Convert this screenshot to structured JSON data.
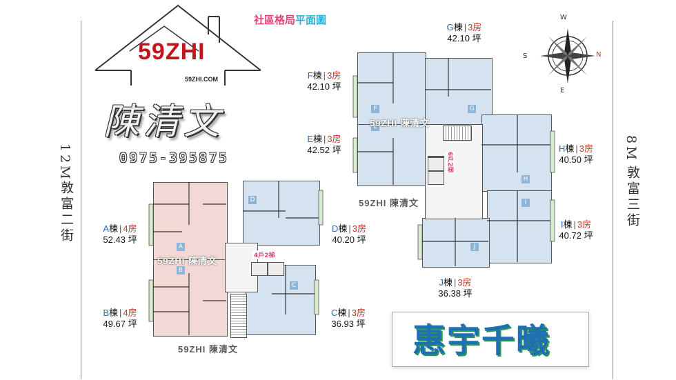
{
  "title": {
    "part1": "社區格局",
    "part2": "平面圖"
  },
  "logo": {
    "brand": "59ZHI",
    "site": "59ZHI.COM",
    "name": "陳清文",
    "phone": "0975-395875"
  },
  "streets": {
    "left": {
      "width": "12M",
      "name": "敦富二街"
    },
    "right": {
      "width": "8M",
      "name": "敦富三街"
    }
  },
  "compass": {
    "n": "N",
    "s": "S",
    "e": "E",
    "w": "W"
  },
  "units": [
    {
      "id": "A",
      "building": "棟",
      "rooms": "4房",
      "area": "52.43 坪"
    },
    {
      "id": "B",
      "building": "棟",
      "rooms": "4房",
      "area": "49.67 坪"
    },
    {
      "id": "C",
      "building": "棟",
      "rooms": "3房",
      "area": "36.93 坪"
    },
    {
      "id": "D",
      "building": "棟",
      "rooms": "3房",
      "area": "40.20 坪"
    },
    {
      "id": "E",
      "building": "棟",
      "rooms": "3房",
      "area": "42.52 坪"
    },
    {
      "id": "F",
      "building": "棟",
      "rooms": "3房",
      "area": "42.10 坪"
    },
    {
      "id": "G",
      "building": "棟",
      "rooms": "3房",
      "area": "42.10 坪"
    },
    {
      "id": "H",
      "building": "棟",
      "rooms": "3房",
      "area": "40.50 坪"
    },
    {
      "id": "I",
      "building": "棟",
      "rooms": "3房",
      "area": "40.72 坪"
    },
    {
      "id": "J",
      "building": "棟",
      "rooms": "3房",
      "area": "36.38 坪"
    }
  ],
  "elevator_tags": {
    "left": "4戶2梯",
    "right": "6戶2梯"
  },
  "watermark": "59ZHI 陳清文",
  "project_name": "惠宇千曦",
  "colors": {
    "blue_floor": "#d5e2f0",
    "pink_floor": "#f3d9d6",
    "green_room": "#d9ecd0",
    "title_pink": "#e0457b",
    "title_cyan": "#2bb4d8",
    "project_blue": "#1f6fb5",
    "project_green": "#2f9a4f"
  }
}
